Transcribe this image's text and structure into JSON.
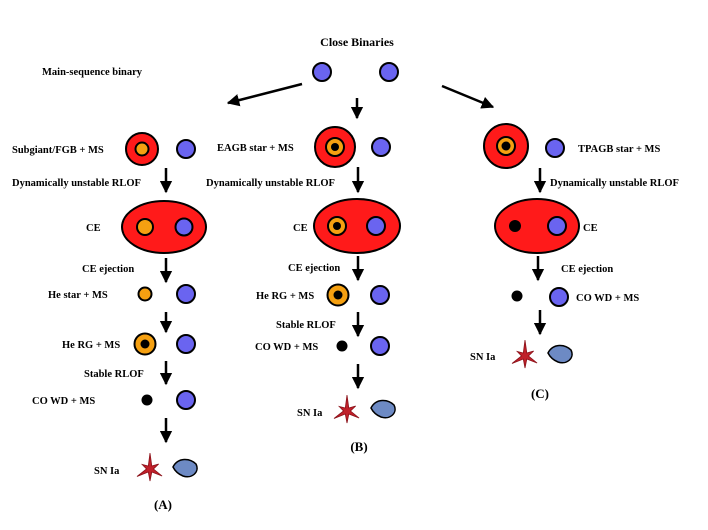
{
  "title": "Close Binaries",
  "main_sequence_label": "Main-sequence  binary",
  "colors": {
    "envelope": "#ff1a1a",
    "core": "#f5a011",
    "ms_star": "#6a64f0",
    "white_dwarf": "#000000",
    "sn_star": "#c0202a",
    "companion_remnant": "#6d8ac4"
  },
  "icons": {
    "giant": "red-giant-circle",
    "ms": "blue-circle",
    "wd": "black-dot",
    "sn": "red-star-burst",
    "remnant": "blue-teardrop"
  },
  "channel_a": {
    "panel": "(A)",
    "step1": "Subgiant/FGB + MS",
    "step2": "Dynamically unstable RLOF",
    "step3": "CE",
    "step4": "CE ejection",
    "step5": "He star + MS",
    "step6": "He RG + MS",
    "step7": "Stable RLOF",
    "step8": "CO WD + MS",
    "step9": "SN Ia"
  },
  "channel_b": {
    "panel": "(B)",
    "step1": "EAGB star + MS",
    "step2": "Dynamically unstable RLOF",
    "step3": "CE",
    "step4": "CE ejection",
    "step5": "He RG + MS",
    "step6": "Stable RLOF",
    "step7": "CO WD + MS",
    "step8": "SN Ia"
  },
  "channel_c": {
    "panel": "(C)",
    "step1": "TPAGB star + MS",
    "step2": "Dynamically unstable RLOF",
    "step3": "CE",
    "step4": "CE ejection",
    "step5": "CO WD + MS",
    "step6": "SN Ia"
  }
}
